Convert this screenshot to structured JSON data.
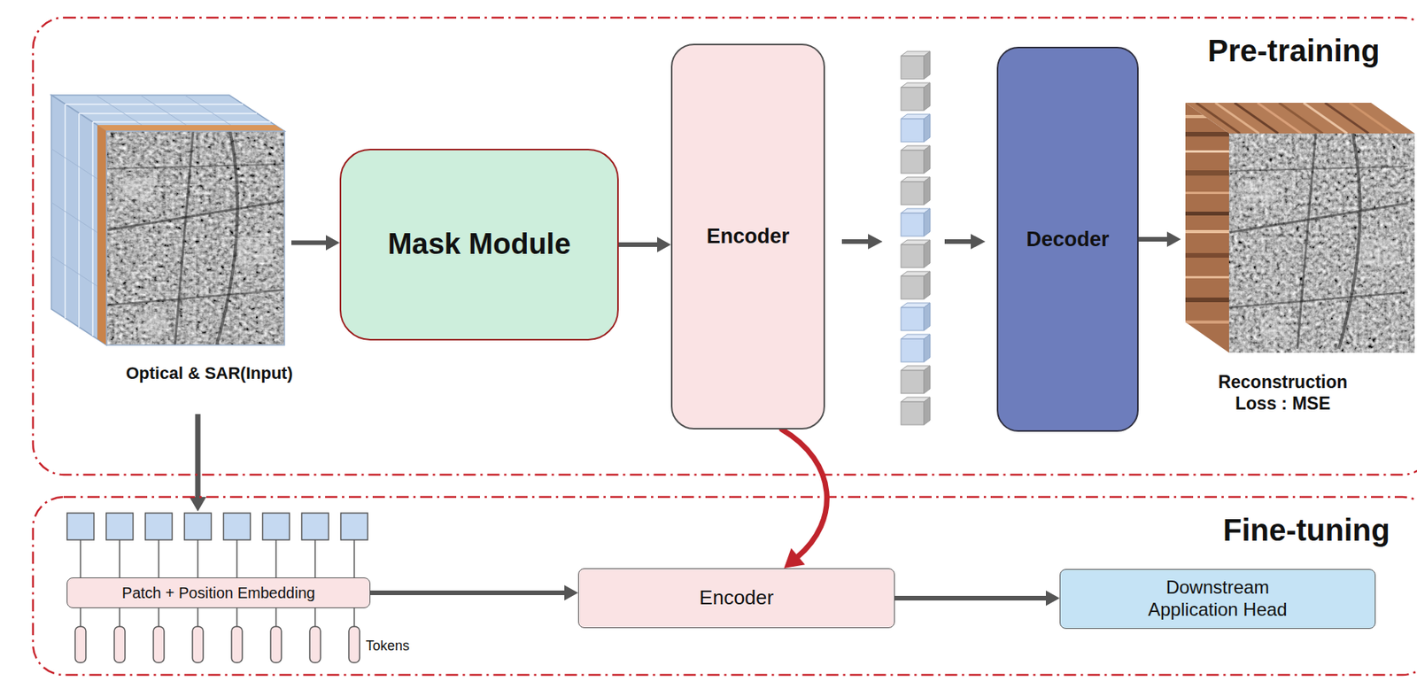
{
  "diagram": {
    "nodes": [
      {
        "text": [
          "Pre-training"
        ]
      },
      {
        "text": [
          "Optical & SAR(Input)"
        ],
        "in": 0
      },
      {
        "text": [
          "Mask Module"
        ],
        "in": 0
      },
      {
        "text": [
          "Encoder"
        ],
        "in": 0
      },
      {
        "text": [
          "Decoder"
        ],
        "in": 0
      },
      {
        "text": [
          "Reconstruction Loss : MSE"
        ],
        "in": 0
      },
      {
        "text": [
          "Fine-tuning"
        ]
      },
      {
        "text": [
          "Patch + Position Embedding"
        ],
        "in": 6
      },
      {
        "text": [
          "Encoder"
        ],
        "in": 6
      },
      {
        "text": [
          "Downstream Application Head"
        ],
        "in": 6
      }
    ],
    "edges": [
      {
        "from": 1,
        "to": 2,
        "arrow": "to"
      },
      {
        "from": 2,
        "to": 3,
        "arrow": "to"
      },
      {
        "from": 4,
        "to": 5,
        "arrow": "to"
      },
      {
        "from": 3,
        "to": 8,
        "arrow": "to"
      },
      {
        "from": 7,
        "to": 8,
        "arrow": "to"
      },
      {
        "from": 8,
        "to": 9,
        "arrow": "to"
      }
    ],
    "labels": [
      "Tokens"
    ]
  }
}
